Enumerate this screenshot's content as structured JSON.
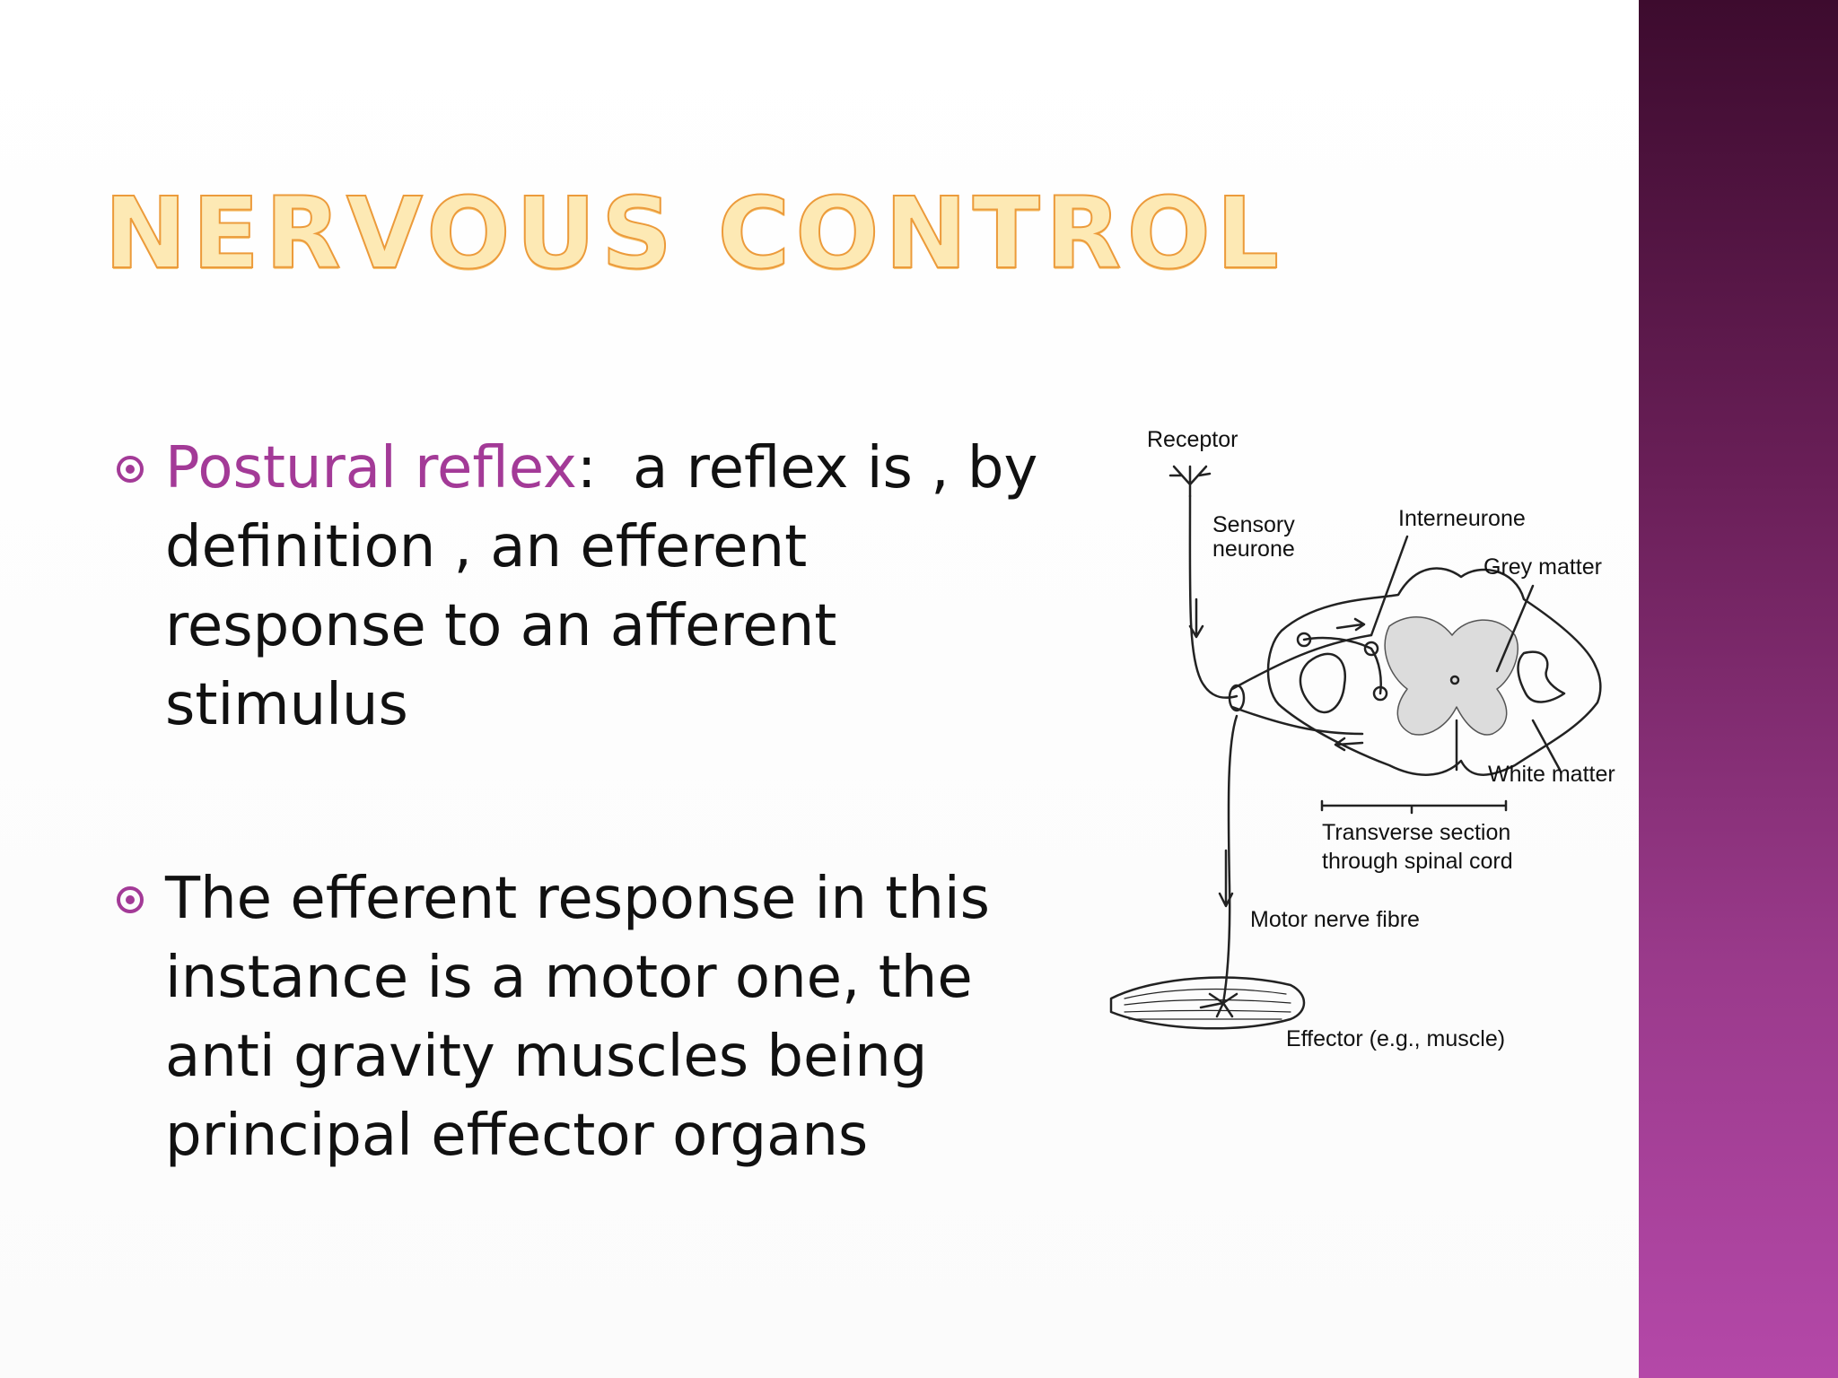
{
  "slide": {
    "title": "NERVOUS CONTROL",
    "bullets": [
      {
        "term": "Postural reflex",
        "separator": ":",
        "text": "  a reflex is , by definition , an efferent response to an afferent stimulus"
      },
      {
        "text": "The efferent response in this instance is a motor one, the anti gravity muscles being principal effector organs"
      }
    ]
  },
  "diagram": {
    "labels": {
      "receptor": "Receptor",
      "sensory_1": "Sensory",
      "sensory_2": "neurone",
      "interneurone": "Interneurone",
      "grey_matter": "Grey matter",
      "white_matter": "White matter",
      "transverse_1": "Transverse section",
      "transverse_2": "through spinal cord",
      "motor_fibre": "Motor nerve fibre",
      "effector": "Effector (e.g., muscle)"
    }
  },
  "colors": {
    "accent": "#a33a97",
    "title_fill": "#fde9b4",
    "title_stroke": "#ec9b3b",
    "side_panel_top": "#3d0b2e",
    "side_panel_bottom": "#b448a8"
  }
}
